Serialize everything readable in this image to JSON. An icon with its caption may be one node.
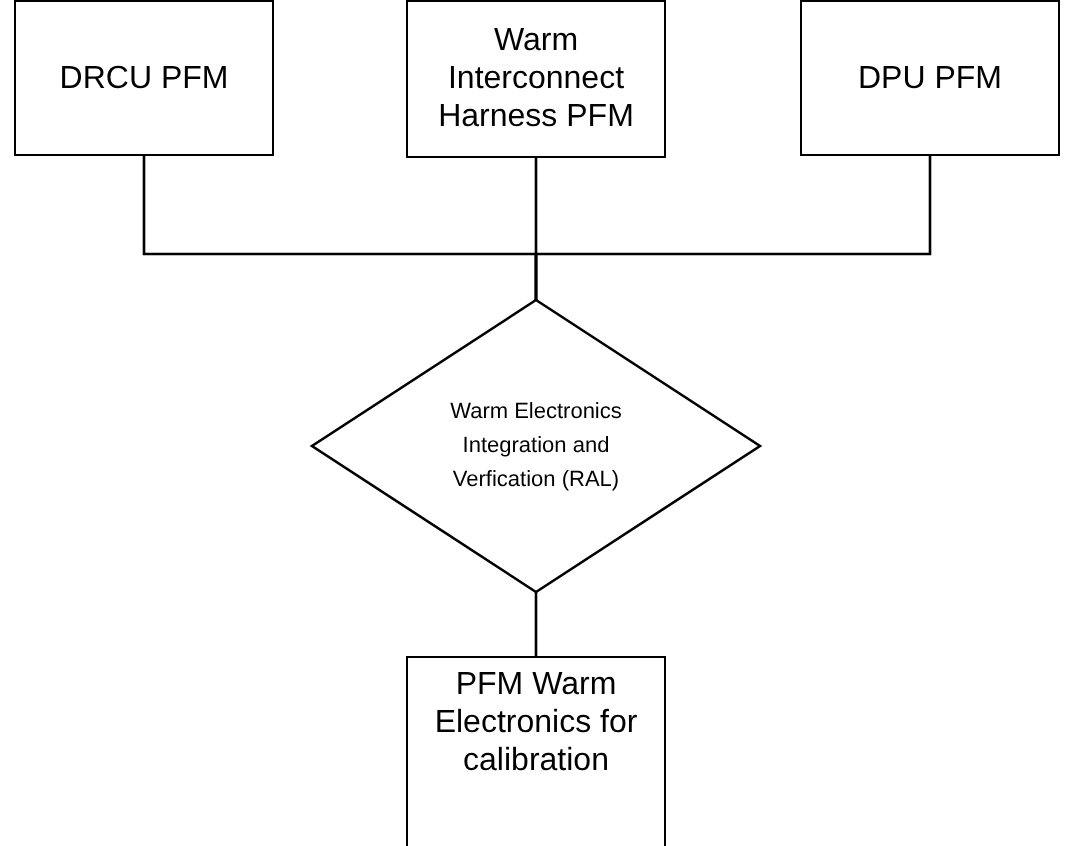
{
  "diagram": {
    "nodes": [
      {
        "text": [
          "DRCU PFM"
        ]
      },
      {
        "text": [
          "Warm Interconnect Harness PFM"
        ]
      },
      {
        "text": [
          "DPU PFM"
        ]
      },
      {
        "text": [
          "Warm Electronics Integration and Verfication (RAL)"
        ]
      },
      {
        "text": [
          "PFM Warm Electronics for calibration"
        ]
      }
    ],
    "edges": [
      {
        "from": 0,
        "to": 3,
        "arrow": "none"
      },
      {
        "from": 1,
        "to": 3,
        "arrow": "none"
      },
      {
        "from": 2,
        "to": 3,
        "arrow": "none"
      },
      {
        "from": 3,
        "to": 4,
        "arrow": "none"
      }
    ]
  }
}
